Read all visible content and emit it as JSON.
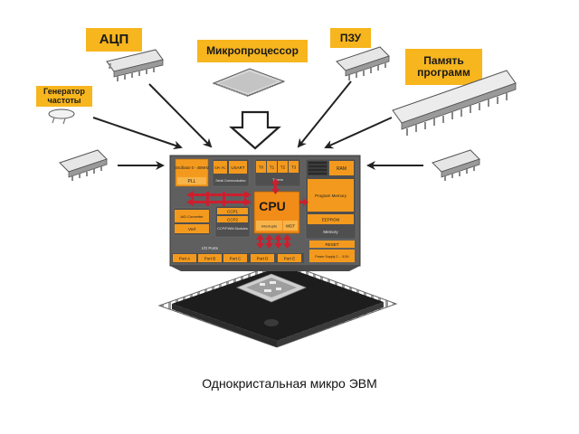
{
  "labels": {
    "adc": "АЦП",
    "microprocessor": "Микропроцессор",
    "rom": "ПЗУ",
    "program_memory": "Память программ",
    "generator": "Генератор частоты"
  },
  "chip": {
    "oscillator": "Oscillator 0 - 40MHz",
    "pll": "PLL",
    "spi": "SPI I²C",
    "usart": "USART",
    "serial": "Serial Communication",
    "t0": "T0",
    "t1": "T1",
    "t2": "T2",
    "t3": "T3",
    "timers": "Timers",
    "ram": "RAM",
    "program_memory": "Program Memory",
    "eeprom": "EEPROM",
    "memory": "Memory",
    "adc": "A/D Converter",
    "vref": "Vref",
    "ccp1": "CCP1",
    "ccp2": "CCP2",
    "ccp_pwm": "CCP/PWM Modules",
    "cpu": "CPU",
    "interrupts": "Interrupts",
    "wdt": "WDT",
    "reset": "RESET",
    "power": "Power Supply 2 ... 5.5V",
    "io_ports": "I/O Ports",
    "port_a": "Port A",
    "port_b": "Port B",
    "port_c": "Port C",
    "port_d": "Port D",
    "port_e": "Port E"
  },
  "caption": "Однокристальная микро ЭВМ",
  "colors": {
    "accent": "#f7b51e",
    "chip_bg": "#5f5f5f",
    "block": "#f39a1e",
    "cpu": "#f28c18",
    "red": "#cc1f2e",
    "package": "#1f1f1f"
  }
}
